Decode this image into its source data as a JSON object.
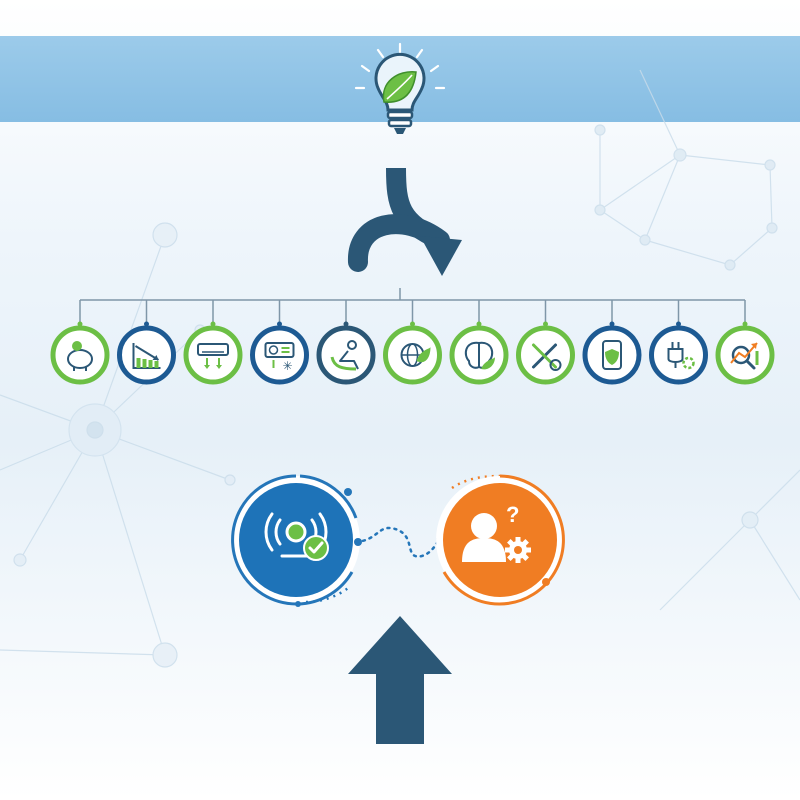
{
  "colors": {
    "banner": "#8fc4e6",
    "green": "#6cbf45",
    "dark_blue": "#1d5a93",
    "navy": "#2b5776",
    "orange": "#f07d23",
    "mid_blue": "#2576b9",
    "connector": "#7f96a8"
  },
  "header": {
    "icon": "lightbulb-leaf-icon"
  },
  "flow": {
    "top_arrow": "curved-arrow-down-icon",
    "bottom_arrow": "up-arrow-icon"
  },
  "icon_row": [
    {
      "icon": "piggy-bank-icon",
      "ring": "green"
    },
    {
      "icon": "declining-chart-icon",
      "ring": "blue"
    },
    {
      "icon": "air-conditioner-icon",
      "ring": "green"
    },
    {
      "icon": "thermostat-panel-icon",
      "ring": "blue"
    },
    {
      "icon": "person-relaxing-icon",
      "ring": "navy"
    },
    {
      "icon": "eco-globe-icon",
      "ring": "green"
    },
    {
      "icon": "brain-leaf-icon",
      "ring": "green"
    },
    {
      "icon": "tools-gear-icon",
      "ring": "green"
    },
    {
      "icon": "mobile-shield-icon",
      "ring": "blue"
    },
    {
      "icon": "plug-gear-icon",
      "ring": "blue"
    },
    {
      "icon": "search-growth-icon",
      "ring": "green"
    }
  ],
  "pair": {
    "left": {
      "icon": "signal-check-icon",
      "color": "#2576b9"
    },
    "right": {
      "icon": "user-question-gear-icon",
      "color": "#f07d23"
    }
  }
}
